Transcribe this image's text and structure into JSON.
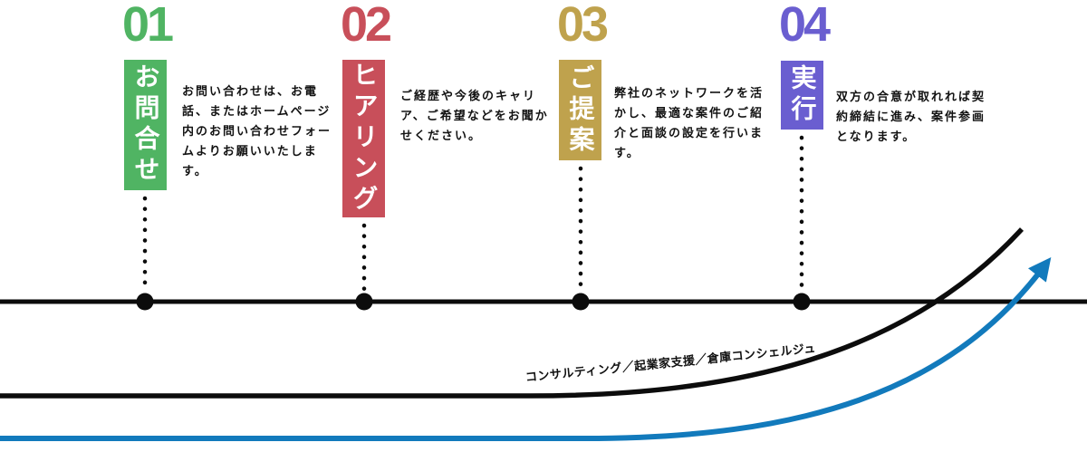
{
  "steps": [
    {
      "number": "01",
      "label": "お問合せ",
      "description": "お問い合わせは、お電話、またはホームページ内のお問い合わせフォームよりお願いいたします。",
      "color": "#50b463"
    },
    {
      "number": "02",
      "label": "ヒアリング",
      "description": "ご経歴や今後のキャリア、ご希望などをお聞かせください。",
      "color": "#c84f5a"
    },
    {
      "number": "03",
      "label": "ご提案",
      "description": "弊社のネットワークを活かし、最適な案件のご紹介と面談の設定を行います。",
      "color": "#bfa24d"
    },
    {
      "number": "04",
      "label": "実行",
      "description": "双方の合意が取れれば契約締結に進み、案件参画となります。",
      "color": "#6a5ed0"
    }
  ],
  "curve_label": "コンサルティング／起業家支援／倉庫コンシェルジュ",
  "colors": {
    "black": "#0c0c0c",
    "blue": "#127abc"
  }
}
